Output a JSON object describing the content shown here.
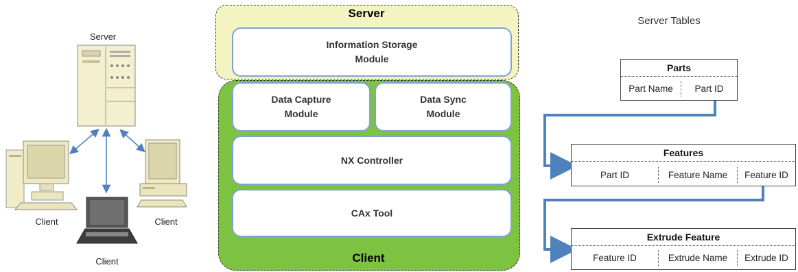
{
  "network": {
    "server_label": "Server",
    "clients": [
      "Client",
      "Client",
      "Client"
    ]
  },
  "architecture": {
    "server_title": "Server",
    "client_title": "Client",
    "modules": {
      "info_storage": "Information Storage\nModule",
      "data_capture": "Data Capture\nModule",
      "data_sync": "Data Sync\nModule",
      "nx_controller": "NX Controller",
      "cax_tool": "CAx Tool"
    }
  },
  "tables_panel": {
    "title": "Server Tables",
    "parts": {
      "title": "Parts",
      "columns": [
        "Part Name",
        "Part ID"
      ]
    },
    "features": {
      "title": "Features",
      "columns": [
        "Part ID",
        "Feature Name",
        "Feature ID"
      ]
    },
    "extrude": {
      "title": "Extrude Feature",
      "columns": [
        "Feature ID",
        "Extrude Name",
        "Extrude ID"
      ]
    }
  },
  "colors": {
    "arrow": "#4f81bd",
    "server_zone": "#f4f4c2",
    "client_zone": "#7ec242",
    "module_border": "#7ea4d4"
  }
}
